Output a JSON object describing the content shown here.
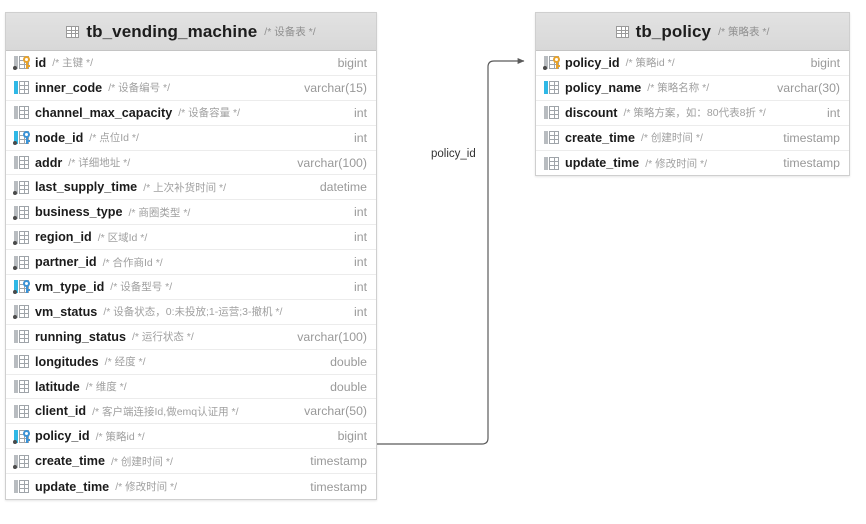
{
  "diagram": {
    "kind": "er-diagram",
    "background": "#ffffff",
    "accent_pk": "#e8a32c",
    "accent_fk": "#3b93d6",
    "accent_index": "#2fb8e6"
  },
  "tables": [
    {
      "id": "tb_vending_machine",
      "name": "tb_vending_machine",
      "comment": "/* 设备表 */",
      "header_icon": "table-icon",
      "columns": [
        {
          "icon": "primary-key-icon",
          "name": "id",
          "comment": "/* 主键 */",
          "type": "bigint"
        },
        {
          "icon": "index-column-icon",
          "name": "inner_code",
          "comment": "/* 设备编号 */",
          "type": "varchar(15)"
        },
        {
          "icon": "column-icon",
          "name": "channel_max_capacity",
          "comment": "/* 设备容量 */",
          "type": "int"
        },
        {
          "icon": "foreign-key-icon",
          "name": "node_id",
          "comment": "/* 点位Id */",
          "type": "int"
        },
        {
          "icon": "column-icon",
          "name": "addr",
          "comment": "/* 详细地址 */",
          "type": "varchar(100)"
        },
        {
          "icon": "not-null-column-icon",
          "name": "last_supply_time",
          "comment": "/* 上次补货时间 */",
          "type": "datetime"
        },
        {
          "icon": "not-null-column-icon",
          "name": "business_type",
          "comment": "/* 商圈类型 */",
          "type": "int"
        },
        {
          "icon": "not-null-column-icon",
          "name": "region_id",
          "comment": "/* 区域Id */",
          "type": "int"
        },
        {
          "icon": "not-null-column-icon",
          "name": "partner_id",
          "comment": "/* 合作商Id */",
          "type": "int"
        },
        {
          "icon": "foreign-key-icon",
          "name": "vm_type_id",
          "comment": "/* 设备型号 */",
          "type": "int"
        },
        {
          "icon": "not-null-column-icon",
          "name": "vm_status",
          "comment": "/* 设备状态，0:未投放;1-运营;3-撤机 */",
          "type": "int"
        },
        {
          "icon": "column-icon",
          "name": "running_status",
          "comment": "/* 运行状态 */",
          "type": "varchar(100)"
        },
        {
          "icon": "column-icon",
          "name": "longitudes",
          "comment": "/* 经度 */",
          "type": "double"
        },
        {
          "icon": "column-icon",
          "name": "latitude",
          "comment": "/* 维度 */",
          "type": "double"
        },
        {
          "icon": "column-icon",
          "name": "client_id",
          "comment": "/* 客户端连接Id,做emq认证用 */",
          "type": "varchar(50)"
        },
        {
          "icon": "foreign-key-icon",
          "name": "policy_id",
          "comment": "/* 策略id */",
          "type": "bigint"
        },
        {
          "icon": "not-null-column-icon",
          "name": "create_time",
          "comment": "/* 创建时间 */",
          "type": "timestamp"
        },
        {
          "icon": "column-icon",
          "name": "update_time",
          "comment": "/* 修改时间 */",
          "type": "timestamp"
        }
      ]
    },
    {
      "id": "tb_policy",
      "name": "tb_policy",
      "comment": "/* 策略表 */",
      "header_icon": "table-icon",
      "columns": [
        {
          "icon": "primary-key-icon",
          "name": "policy_id",
          "comment": "/* 策略id */",
          "type": "bigint"
        },
        {
          "icon": "index-column-icon",
          "name": "policy_name",
          "comment": "/* 策略名称 */",
          "type": "varchar(30)"
        },
        {
          "icon": "column-icon",
          "name": "discount",
          "comment": "/* 策略方案，如：80代表8折 */",
          "type": "int"
        },
        {
          "icon": "column-icon",
          "name": "create_time",
          "comment": "/* 创建时间 */",
          "type": "timestamp"
        },
        {
          "icon": "column-icon",
          "name": "update_time",
          "comment": "/* 修改时间 */",
          "type": "timestamp"
        }
      ]
    }
  ],
  "relations": [
    {
      "id": "fk-policy",
      "label": "policy_id",
      "from_table": "tb_vending_machine",
      "from_column": "policy_id",
      "to_table": "tb_policy",
      "to_column": "policy_id",
      "color": "#5a5a5a"
    }
  ]
}
